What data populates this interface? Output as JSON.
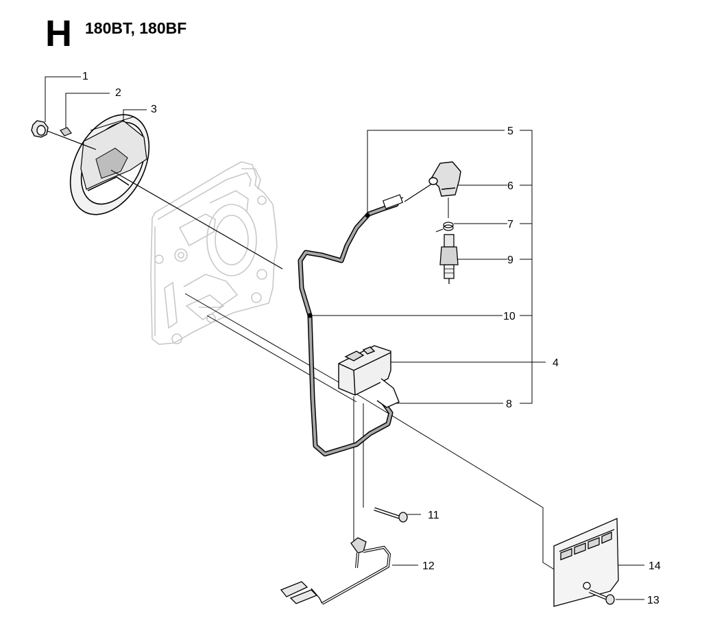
{
  "header": {
    "section_letter": "H",
    "models": "180BT, 180BF"
  },
  "callouts": {
    "c1": "1",
    "c2": "2",
    "c3": "3",
    "c4": "4",
    "c5": "5",
    "c6": "6",
    "c7": "7",
    "c8": "8",
    "c9": "9",
    "c10": "10",
    "c11": "11",
    "c12": "12",
    "c13": "13",
    "c14": "14"
  }
}
